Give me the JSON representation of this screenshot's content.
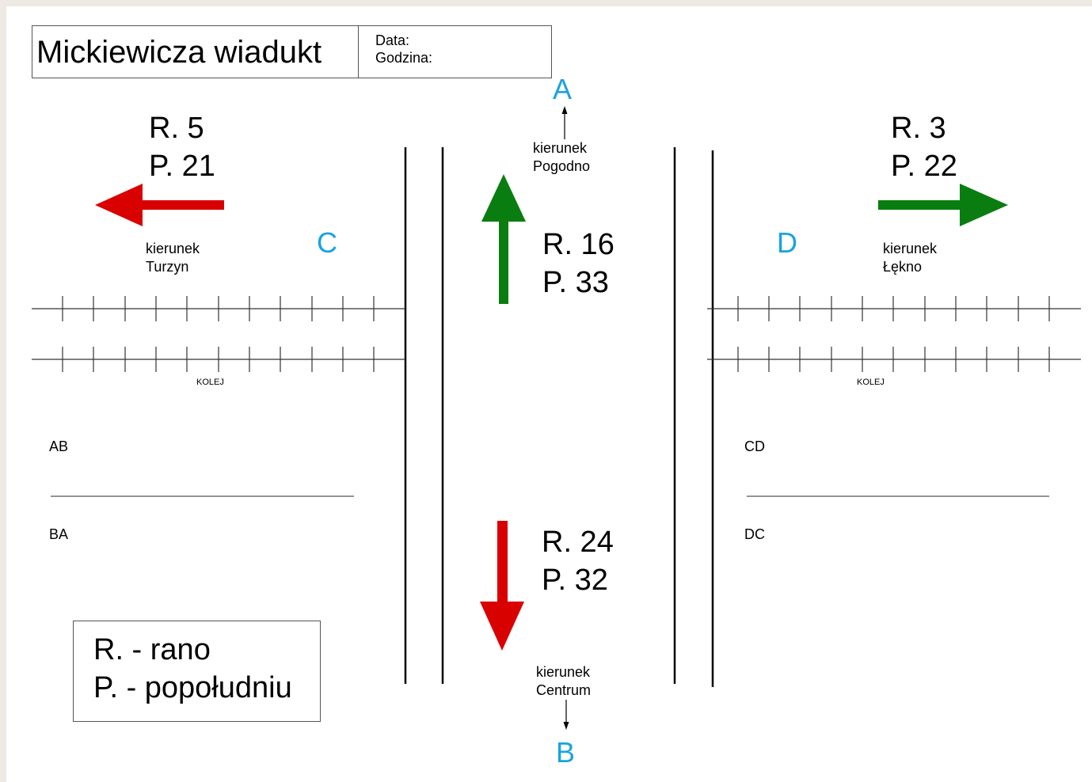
{
  "header": {
    "title": "Mickiewicza wiadukt",
    "date_label": "Data:",
    "time_label": "Godzina:"
  },
  "points": {
    "a": "A",
    "b": "B",
    "c": "C",
    "d": "D"
  },
  "directions": {
    "north": [
      "kierunek",
      "Pogodno"
    ],
    "south": [
      "kierunek",
      "Centrum"
    ],
    "west": [
      "kierunek",
      "Turzyn"
    ],
    "east": [
      "kierunek",
      "Łękno"
    ]
  },
  "counts": {
    "west": [
      "R. 5",
      "P. 21"
    ],
    "east": [
      "R. 3",
      "P. 22"
    ],
    "north": [
      "R. 16",
      "P. 33"
    ],
    "south": [
      "R. 24",
      "P. 32"
    ]
  },
  "rail": {
    "left_label": "KOLEJ",
    "right_label": "KOLEJ"
  },
  "sides": {
    "left_top": "AB",
    "left_bottom": "BA",
    "right_top": "CD",
    "right_bottom": "DC"
  },
  "legend": {
    "line1": "R. - rano",
    "line2": "P. - popołudniu"
  },
  "colors": {
    "label_blue": "#1aa3e0",
    "arrow_red": "#d90000",
    "arrow_green": "#0a7d10"
  }
}
